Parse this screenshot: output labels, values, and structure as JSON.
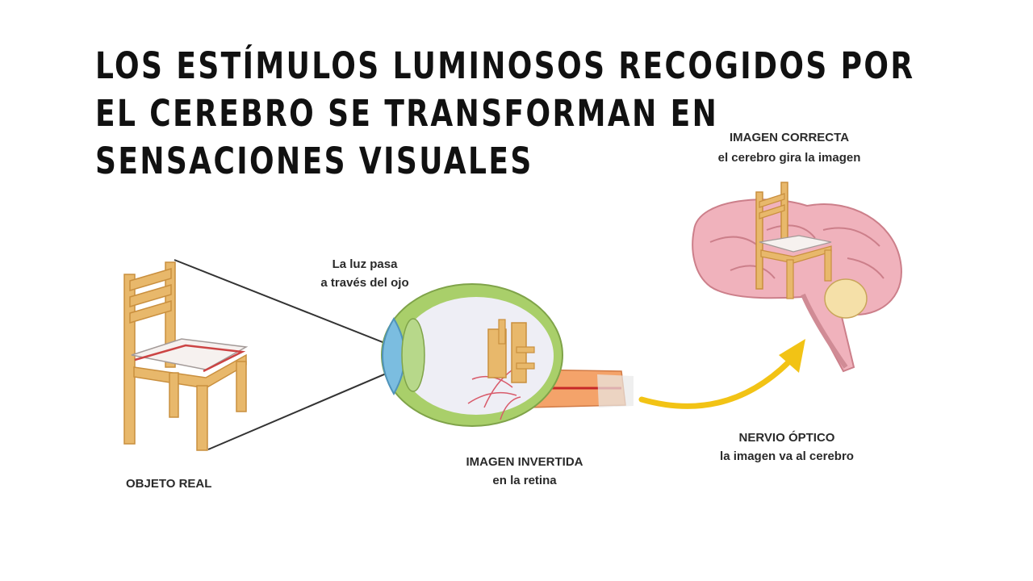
{
  "title": {
    "line1": "LOS ESTÍMULOS LUMINOSOS RECOGIDOS POR",
    "line2": "EL CEREBRO SE TRANSFORMAN EN",
    "line3": "SENSACIONES VISUALES"
  },
  "labels": {
    "objeto_real": "OBJETO REAL",
    "luz_1": "La luz pasa",
    "luz_2": "a través del ojo",
    "imagen_invertida": "IMAGEN INVERTIDA",
    "en_retina": "en la retina",
    "imagen_correcta": "IMAGEN CORRECTA",
    "cerebro_gira": "el cerebro gira la imagen",
    "nervio_optico": "NERVIO ÓPTICO",
    "imagen_va": "la imagen va al cerebro"
  },
  "colors": {
    "chair": "#e8b86b",
    "brain": "#f0b2bc",
    "eye_white": "#eeeef5",
    "eye_rim": "#a9cf6a",
    "cornea": "#7bbde0",
    "arrow": "#f2c315",
    "nerve": "#f4a36a",
    "lines": "#333333"
  }
}
